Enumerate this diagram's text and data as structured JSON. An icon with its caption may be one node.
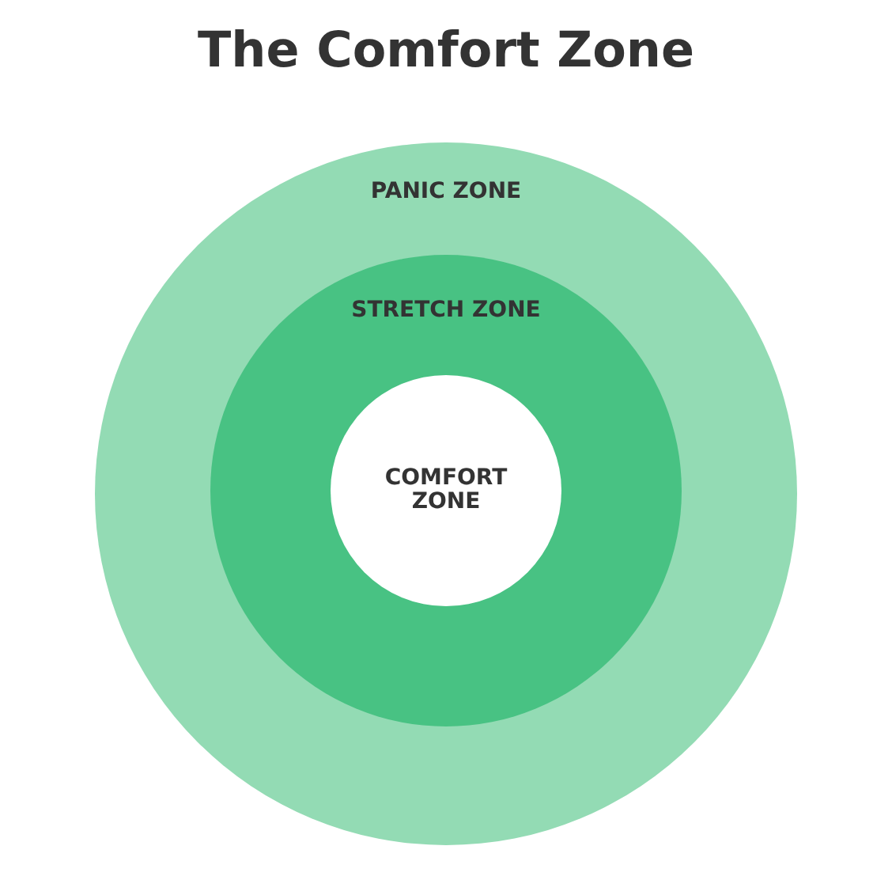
{
  "diagram": {
    "title": "The Comfort Zone",
    "nodes": [
      {
        "text": [
          "PANIC ZONE"
        ]
      },
      {
        "text": [
          "STRETCH ZONE"
        ],
        "in": 0
      },
      {
        "text": [
          "COMFORT ZONE"
        ],
        "in": 1
      }
    ]
  }
}
